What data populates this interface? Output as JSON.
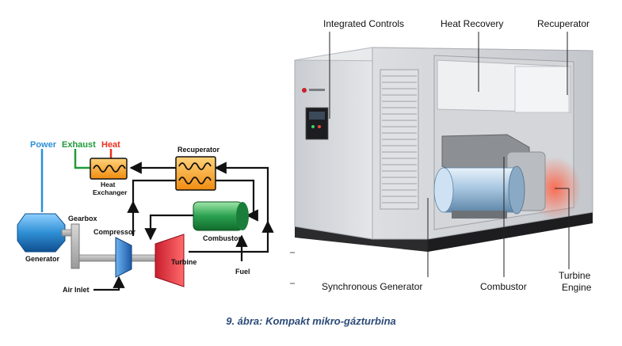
{
  "schematic": {
    "power": "Power",
    "exhaust": "Exhaust",
    "heat": "Heat",
    "recuperator": "Recuperator",
    "heat_exchanger_l1": "Heat",
    "heat_exchanger_l2": "Exchanger",
    "gearbox": "Gearbox",
    "compressor": "Compressor",
    "combustor": "Combustor",
    "generator": "Generator",
    "turbine": "Turbine",
    "air_inlet": "Air Inlet",
    "fuel": "Fuel"
  },
  "photo_labels": {
    "integrated_controls": "Integrated Controls",
    "heat_recovery": "Heat Recovery",
    "recuperator": "Recuperator",
    "synchronous_generator": "Synchronous Generator",
    "combustor": "Combustor",
    "turbine_engine_l1": "Turbine",
    "turbine_engine_l2": "Engine"
  },
  "colors": {
    "power": "#2e8fd6",
    "exhaust": "#1e9a3a",
    "heat": "#e8301e",
    "generator": "#2f8fd4",
    "compressor": "#2a6fc0",
    "turbine": "#e0283a",
    "combustor": "#2aa050",
    "exchanger": "#f5a623",
    "caption": "#2b4a78"
  },
  "caption": "9. ábra: Kompakt mikro-gázturbina"
}
